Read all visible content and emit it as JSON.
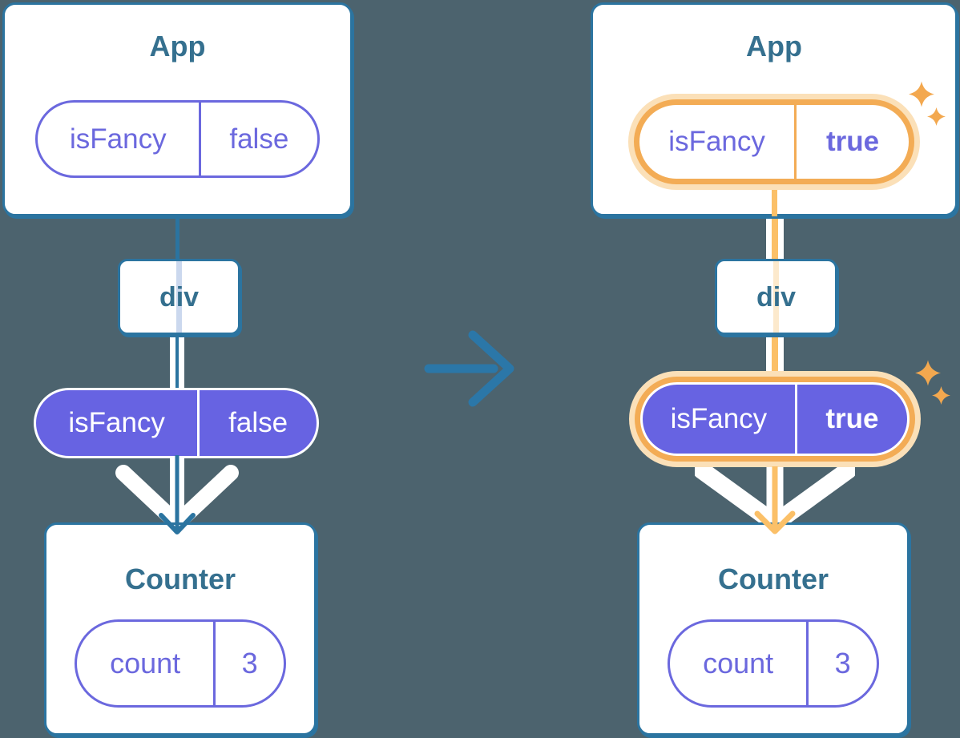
{
  "diagram": "react-state-pass-down",
  "transition_icon": "right-arrow-icon",
  "before": {
    "app": {
      "title": "App",
      "state": {
        "name": "isFancy",
        "value": "false"
      }
    },
    "container": {
      "title": "div"
    },
    "prop": {
      "name": "isFancy",
      "value": "false"
    },
    "counter": {
      "title": "Counter",
      "state": {
        "name": "count",
        "value": "3"
      }
    }
  },
  "after": {
    "app": {
      "title": "App",
      "state": {
        "name": "isFancy",
        "value": "true"
      }
    },
    "container": {
      "title": "div"
    },
    "prop": {
      "name": "isFancy",
      "value": "true"
    },
    "counter": {
      "title": "Counter",
      "state": {
        "name": "count",
        "value": "3"
      }
    }
  },
  "colors": {
    "bg": "#4C636E",
    "card-border": "#2B74A0",
    "teal-text": "#35708F",
    "purple": "#6B68DE",
    "purple-fill": "#6763E2",
    "pale-blue": "#CBD8EE",
    "pale-peach": "#FCE9CC",
    "orange-ring": "#F3AC55",
    "orange-halo": "#FBE0B8",
    "orange-line": "#FBC068",
    "sparkle": "#F3A84F",
    "mid-arrow": "#2B77A8",
    "white": "#FFFFFF"
  }
}
